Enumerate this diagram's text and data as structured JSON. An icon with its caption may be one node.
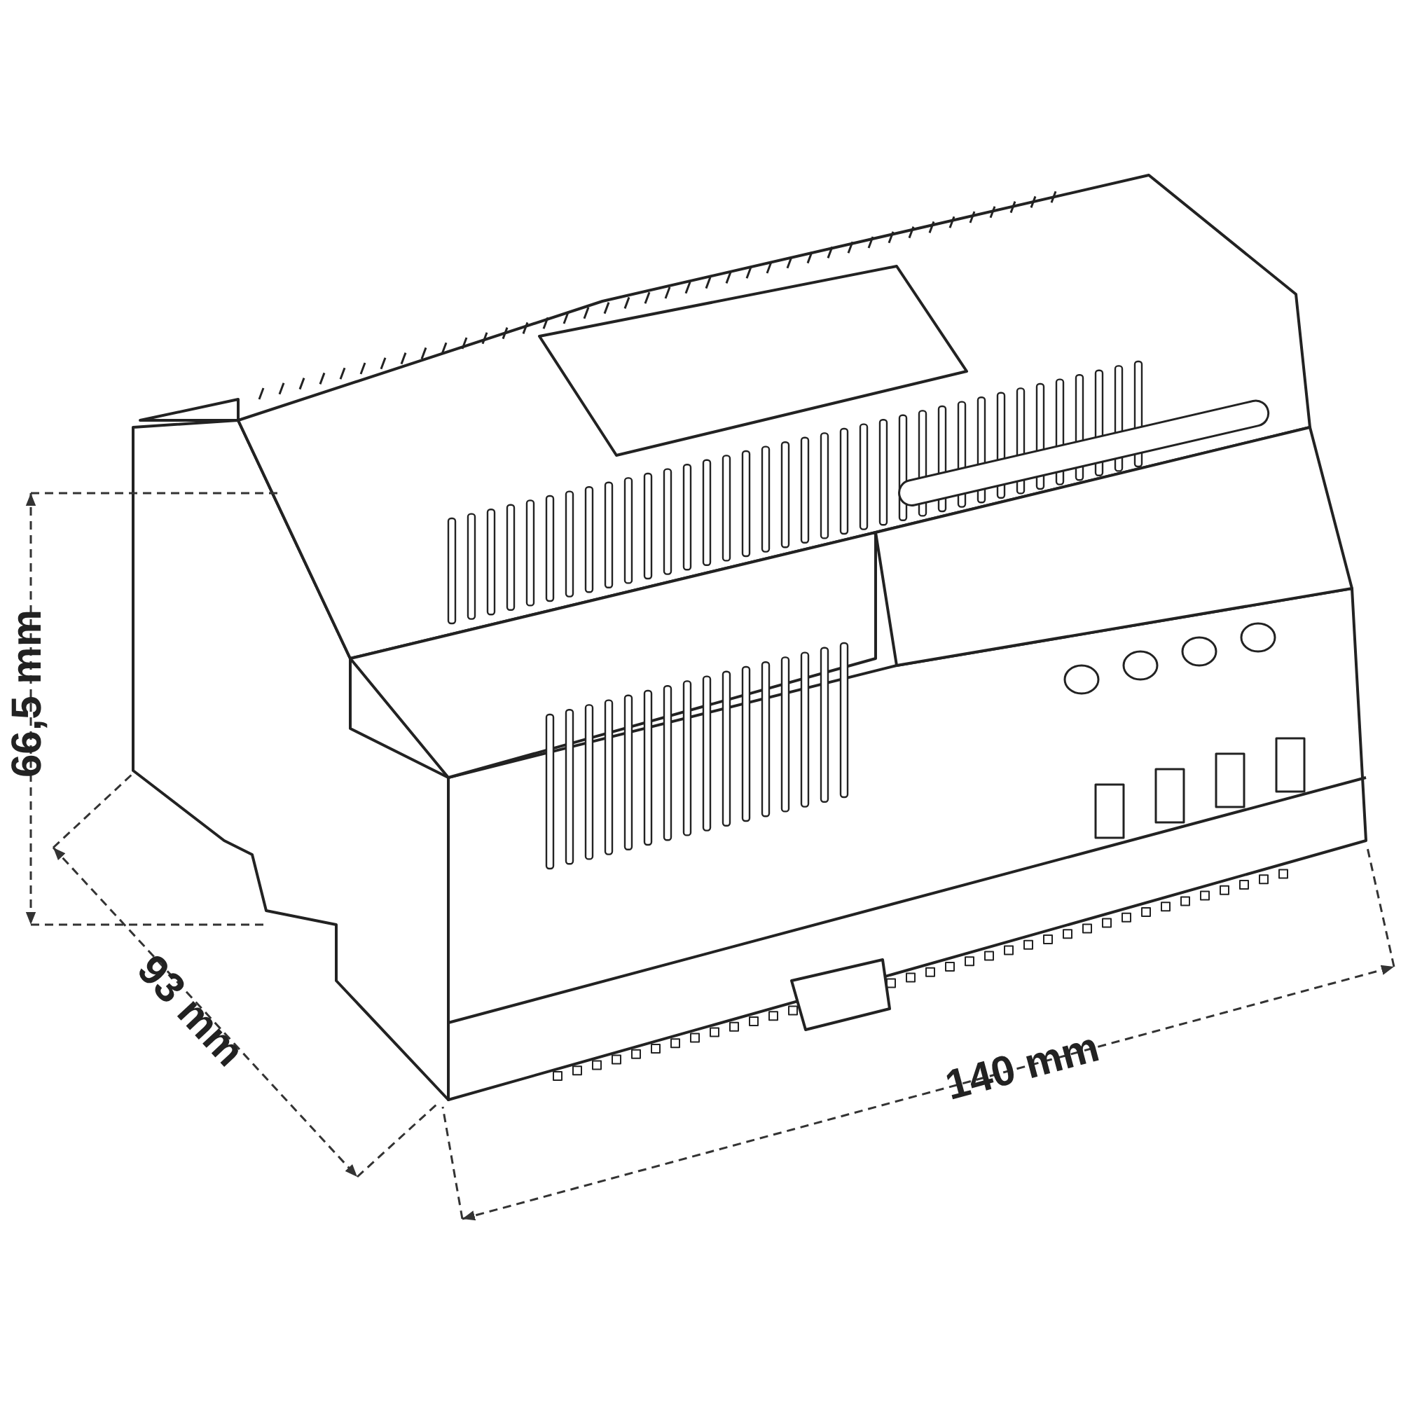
{
  "diagram": {
    "labels": [
      "66,5 mm",
      "93 mm",
      "140 mm"
    ]
  }
}
